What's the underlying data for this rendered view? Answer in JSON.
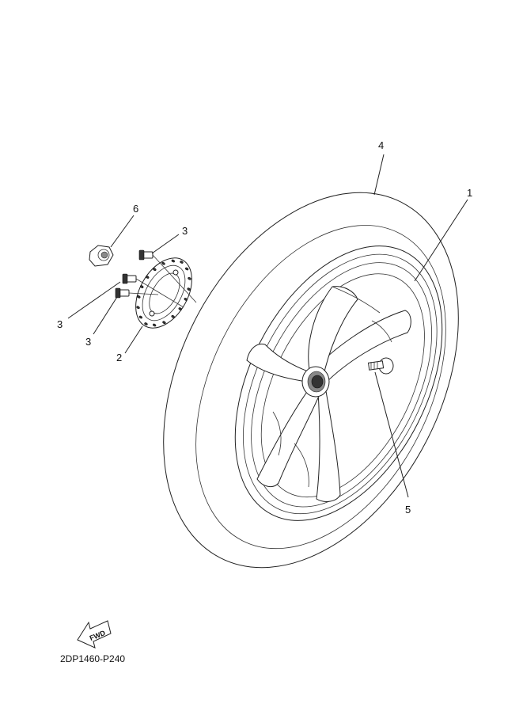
{
  "callouts": [
    {
      "id": "1",
      "label": "1"
    },
    {
      "id": "2",
      "label": "2"
    },
    {
      "id": "3a",
      "label": "3"
    },
    {
      "id": "3b",
      "label": "3"
    },
    {
      "id": "3c",
      "label": "3"
    },
    {
      "id": "4",
      "label": "4"
    },
    {
      "id": "5",
      "label": "5"
    },
    {
      "id": "6",
      "label": "6"
    }
  ],
  "fwd_label": "FWD",
  "diagram_code": "2DP1460-P240"
}
